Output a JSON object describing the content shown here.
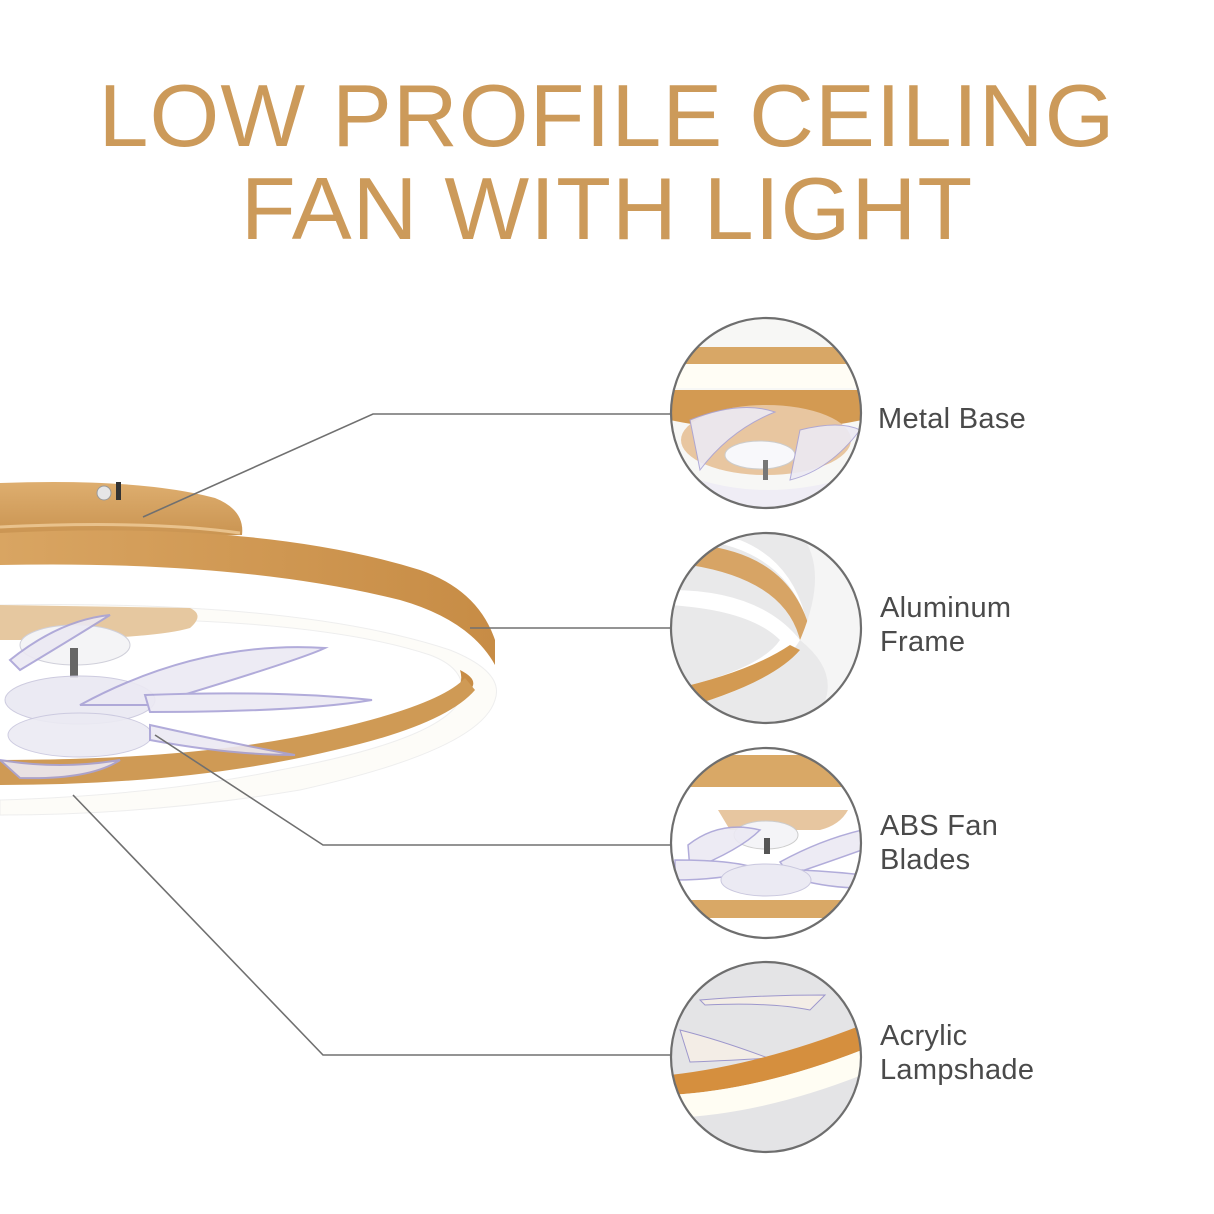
{
  "title": {
    "line1": "LOW PROFILE CEILING",
    "line2": "FAN WITH LIGHT",
    "color": "#cc9a5a"
  },
  "product": {
    "name": "ceiling-fan-with-light",
    "finish_color": "#d4a264",
    "light_color": "#fffdf7"
  },
  "features": [
    {
      "id": "metal-base",
      "line1": "Metal Base",
      "line2": ""
    },
    {
      "id": "aluminum-frame",
      "line1": "Aluminum",
      "line2": "Frame"
    },
    {
      "id": "abs-fan-blades",
      "line1": "ABS Fan",
      "line2": "Blades"
    },
    {
      "id": "acrylic-lampshade",
      "line1": "Acrylic",
      "line2": "Lampshade"
    }
  ]
}
